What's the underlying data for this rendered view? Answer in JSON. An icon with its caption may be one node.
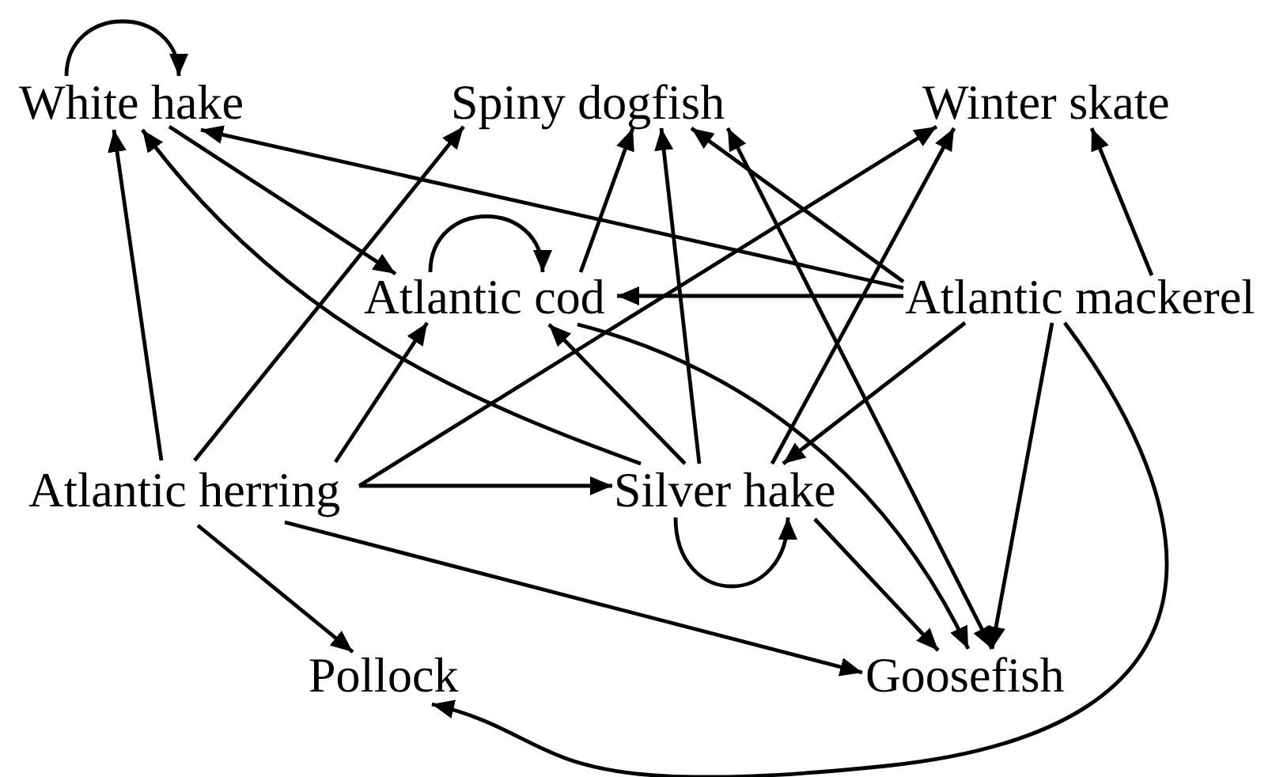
{
  "diagram": {
    "nodes": [
      {
        "text": [
          "White hake"
        ]
      },
      {
        "text": [
          "Spiny dogfish"
        ]
      },
      {
        "text": [
          "Winter skate"
        ]
      },
      {
        "text": [
          "Atlantic cod"
        ]
      },
      {
        "text": [
          "Atlantic mackerel"
        ]
      },
      {
        "text": [
          "Atlantic herring"
        ]
      },
      {
        "text": [
          "Silver hake"
        ]
      },
      {
        "text": [
          "Pollock"
        ]
      },
      {
        "text": [
          "Goosefish"
        ]
      }
    ],
    "edges": [
      {
        "from": 0,
        "to": 0,
        "arrow": "to"
      },
      {
        "from": 0,
        "to": 3,
        "arrow": "to"
      },
      {
        "from": 4,
        "to": 0,
        "arrow": "to"
      },
      {
        "from": 6,
        "to": 0,
        "arrow": "to"
      },
      {
        "from": 5,
        "to": 0,
        "arrow": "to"
      },
      {
        "from": 5,
        "to": 1,
        "arrow": "to"
      },
      {
        "from": 5,
        "to": 3,
        "arrow": "to"
      },
      {
        "from": 5,
        "to": 2,
        "arrow": "to"
      },
      {
        "from": 5,
        "to": 6,
        "arrow": "to"
      },
      {
        "from": 5,
        "to": 7,
        "arrow": "to"
      },
      {
        "from": 5,
        "to": 8,
        "arrow": "to"
      },
      {
        "from": 3,
        "to": 3,
        "arrow": "to"
      },
      {
        "from": 3,
        "to": 1,
        "arrow": "to"
      },
      {
        "from": 4,
        "to": 3,
        "arrow": "to"
      },
      {
        "from": 3,
        "to": 8,
        "arrow": "to"
      },
      {
        "from": 6,
        "to": 3,
        "arrow": "to"
      },
      {
        "from": 6,
        "to": 1,
        "arrow": "to"
      },
      {
        "from": 6,
        "to": 2,
        "arrow": "to"
      },
      {
        "from": 4,
        "to": 1,
        "arrow": "to"
      },
      {
        "from": 1,
        "to": 8,
        "arrow": "both"
      },
      {
        "from": 4,
        "to": 8,
        "arrow": "to"
      },
      {
        "from": 6,
        "to": 8,
        "arrow": "to"
      },
      {
        "from": 6,
        "to": 6,
        "arrow": "to"
      },
      {
        "from": 4,
        "to": 6,
        "arrow": "to"
      },
      {
        "from": 4,
        "to": 2,
        "arrow": "to"
      },
      {
        "from": 4,
        "to": 7,
        "arrow": "to"
      }
    ]
  }
}
